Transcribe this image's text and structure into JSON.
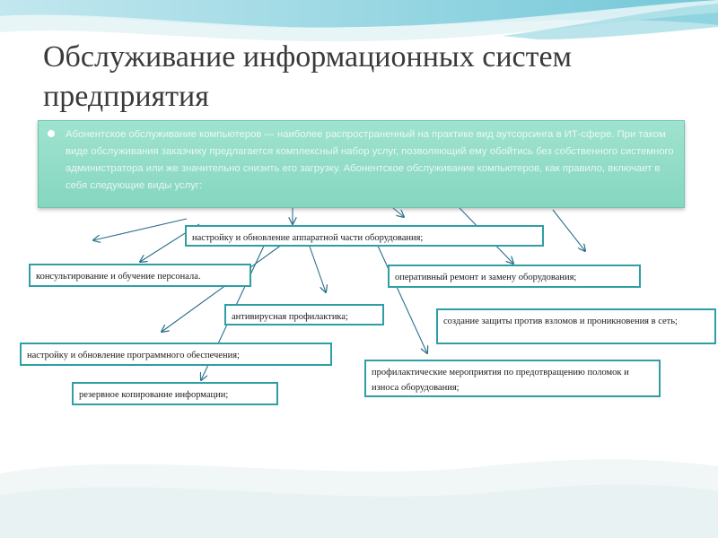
{
  "slide": {
    "title": "Обслуживание информационных систем предприятия",
    "intro": "Абонентское обслуживание компьютеров — наиболее распространенный на практике вид аутсорсинга в ИТ-сфере. При таком виде обслуживания заказчику предлагается комплексный набор услуг, позволяющий ему обойтись без собственного системного администратора или же значительно снизить его загрузку. Абонентское обслуживание компьютеров, как правило, включает в себя следующие виды услуг:"
  },
  "services": [
    "настройку и обновление аппаратной части оборудования;",
    "консультирование и обучение персонала.",
    "оперативный ремонт и замену оборудования;",
    "антивирусная профилактика;",
    "создание защиты против взломов и проникновения в сеть;",
    "настройку и обновление программного обеспечения;",
    "профилактические мероприятия по предотвращению поломок и износа оборудования;",
    "резервное копирование информации;"
  ],
  "colors": {
    "accent": "#2f9ea6",
    "box_fill": "#96ddc8",
    "arrow": "#2a6f8a"
  }
}
